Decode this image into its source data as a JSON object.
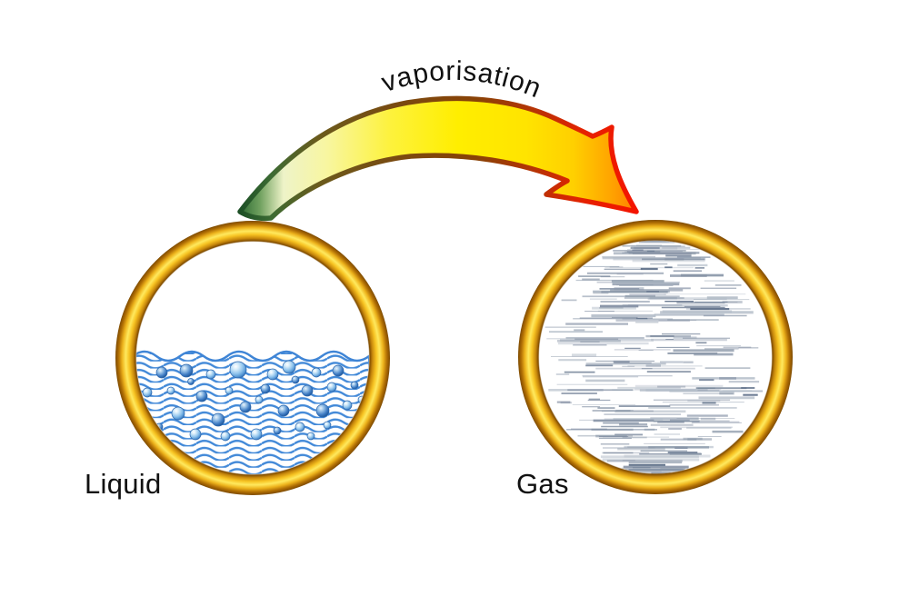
{
  "diagram": {
    "arrow_label": "vaporisation",
    "left_label": "Liquid",
    "right_label": "Gas"
  },
  "colors": {
    "background": "#ffffff",
    "label_text": "#111111",
    "ring_gold_bright": "#ffe95e",
    "ring_gold_dark": "#7d4a00",
    "water_wave_blue": "#4289d8",
    "water_surface_blue": "#3f85d6",
    "droplet_blue_light": "#8fc3ec",
    "droplet_blue_dark": "#2e6cb4",
    "gas_streak_gray": "#8794a6",
    "gas_streak_gray_light": "#b3bcc8",
    "arrow_tail_green": "#2e6b34",
    "arrow_body_yellow": "#ffee00",
    "arrow_head_red": "#f41400"
  }
}
